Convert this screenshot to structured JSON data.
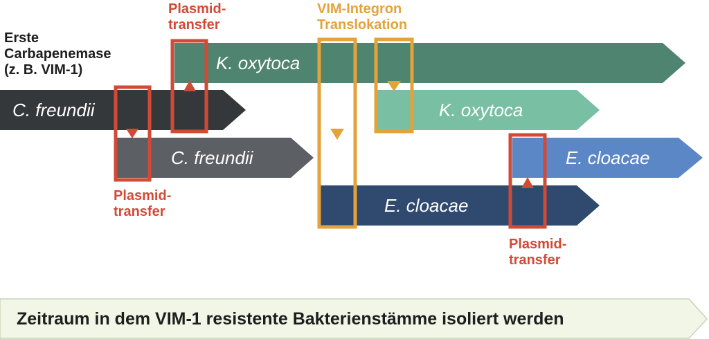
{
  "colors": {
    "kox_main": "#4f8470",
    "kox_light": "#79bfa3",
    "cfr_dark": "#35383b",
    "cfr_grey": "#5c5f63",
    "ecl_dark": "#2f4a6e",
    "ecl_blue": "#5b87c6",
    "red_box": "#d14a36",
    "orange_box": "#e3a23a",
    "timeline_fill": "#f1f6e6",
    "timeline_stroke": "#c9d3b8"
  },
  "labels": {
    "first_carbapenemase": [
      "Erste",
      "Carbapenemase",
      "(z. B. VIM-1)"
    ],
    "plasmid_transfer_top": [
      "Plasmid-",
      "transfer"
    ],
    "vim_integron": [
      "VIM-Integron",
      "Translokation"
    ],
    "plasmid_transfer_left": [
      "Plasmid-",
      "transfer"
    ],
    "plasmid_transfer_right": [
      "Plasmid-",
      "transfer"
    ]
  },
  "strains": {
    "k_oxytoca_1": "K. oxytoca",
    "c_freundii_1": "C. freundii",
    "c_freundii_2": "C. freundii",
    "k_oxytoca_2": "K. oxytoca",
    "e_cloacae_1": "E. cloacae",
    "e_cloacae_2": "E. cloacae"
  },
  "timeline": {
    "label": "Zeitraum in dem VIM-1 resistente Bakterienstämme isoliert werden"
  }
}
